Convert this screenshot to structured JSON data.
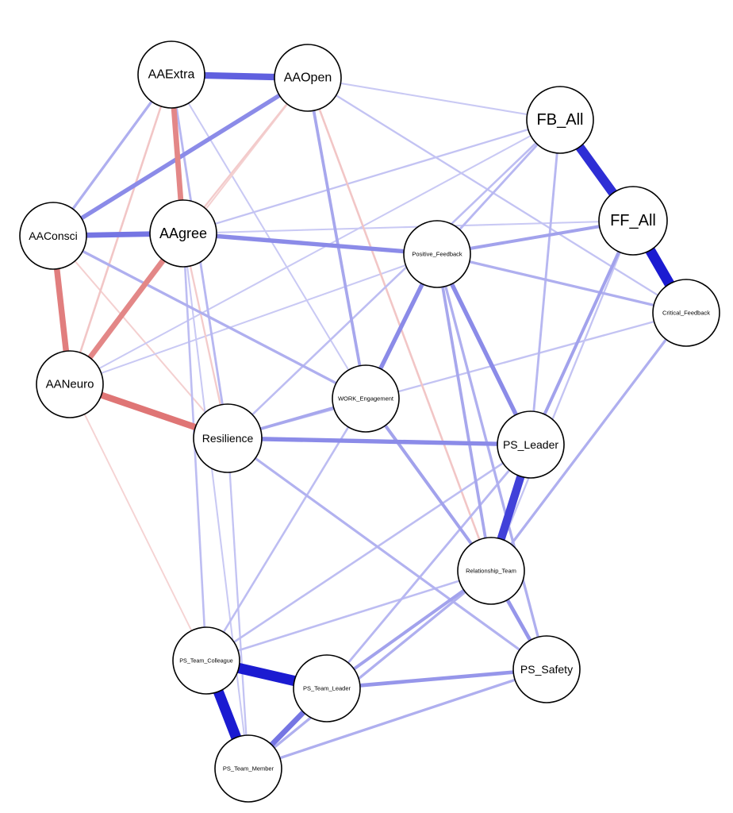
{
  "colors": {
    "positive": "#0000CC",
    "negative": "#CC2222",
    "node_fill": "#FFFFFF",
    "node_stroke": "#000000",
    "background": "#FFFFFF"
  },
  "network": {
    "nodes": [
      {
        "id": "AAExtra",
        "label": "AAExtra"
      },
      {
        "id": "AAOpen",
        "label": "AAOpen"
      },
      {
        "id": "AAConsci",
        "label": "AAConsci"
      },
      {
        "id": "AAgree",
        "label": "AAgree"
      },
      {
        "id": "AANeuro",
        "label": "AANeuro"
      },
      {
        "id": "Resilience",
        "label": "Resilience"
      },
      {
        "id": "WORK_Engagement",
        "label": "WORK_Engagement"
      },
      {
        "id": "Positive_Feedback",
        "label": "Positive_Feedback"
      },
      {
        "id": "FB_All",
        "label": "FB_All"
      },
      {
        "id": "FF_All",
        "label": "FF_All"
      },
      {
        "id": "Critical_Feedback",
        "label": "Critical_Feedback"
      },
      {
        "id": "PS_Leader",
        "label": "PS_Leader"
      },
      {
        "id": "Relationship_Team",
        "label": "Relationship_Team"
      },
      {
        "id": "PS_Safety",
        "label": "PS_Safety"
      },
      {
        "id": "PS_Team_Colleague",
        "label": "PS_Team_Colleague"
      },
      {
        "id": "PS_Team_Leader",
        "label": "PS_Team_Leader"
      },
      {
        "id": "PS_Team_Member",
        "label": "PS_Team_Member"
      }
    ],
    "edges": [
      {
        "from": "AAExtra",
        "to": "AAOpen",
        "sign": "positive",
        "weight": 0.5
      },
      {
        "from": "AAExtra",
        "to": "AAgree",
        "sign": "negative",
        "weight": 0.4
      },
      {
        "from": "AAExtra",
        "to": "AAConsci",
        "sign": "positive",
        "weight": 0.15
      },
      {
        "from": "AAExtra",
        "to": "AANeuro",
        "sign": "negative",
        "weight": 0.1
      },
      {
        "from": "AAExtra",
        "to": "Resilience",
        "sign": "positive",
        "weight": 0.12
      },
      {
        "from": "AAExtra",
        "to": "WORK_Engagement",
        "sign": "positive",
        "weight": 0.06
      },
      {
        "from": "AAOpen",
        "to": "AAConsci",
        "sign": "positive",
        "weight": 0.3
      },
      {
        "from": "AAOpen",
        "to": "AAgree",
        "sign": "negative",
        "weight": 0.08
      },
      {
        "from": "AAOpen",
        "to": "WORK_Engagement",
        "sign": "positive",
        "weight": 0.18
      },
      {
        "from": "AAOpen",
        "to": "Relationship_Team",
        "sign": "negative",
        "weight": 0.1
      },
      {
        "from": "AAOpen",
        "to": "FB_All",
        "sign": "positive",
        "weight": 0.06
      },
      {
        "from": "AAOpen",
        "to": "Critical_Feedback",
        "sign": "positive",
        "weight": 0.08
      },
      {
        "from": "AAOpen",
        "to": "AANeuro",
        "sign": "negative",
        "weight": 0.06
      },
      {
        "from": "AAConsci",
        "to": "AAgree",
        "sign": "positive",
        "weight": 0.4
      },
      {
        "from": "AAConsci",
        "to": "AANeuro",
        "sign": "negative",
        "weight": 0.45
      },
      {
        "from": "AAConsci",
        "to": "WORK_Engagement",
        "sign": "positive",
        "weight": 0.15
      },
      {
        "from": "AAConsci",
        "to": "Resilience",
        "sign": "negative",
        "weight": 0.06
      },
      {
        "from": "AAgree",
        "to": "Positive_Feedback",
        "sign": "positive",
        "weight": 0.3
      },
      {
        "from": "AAgree",
        "to": "AANeuro",
        "sign": "negative",
        "weight": 0.4
      },
      {
        "from": "AAgree",
        "to": "Resilience",
        "sign": "negative",
        "weight": 0.08
      },
      {
        "from": "AAgree",
        "to": "PS_Team_Colleague",
        "sign": "positive",
        "weight": 0.1
      },
      {
        "from": "AAgree",
        "to": "PS_Team_Member",
        "sign": "positive",
        "weight": 0.06
      },
      {
        "from": "AAgree",
        "to": "FB_All",
        "sign": "positive",
        "weight": 0.08
      },
      {
        "from": "AANeuro",
        "to": "Resilience",
        "sign": "negative",
        "weight": 0.5
      },
      {
        "from": "AANeuro",
        "to": "PS_Team_Colleague",
        "sign": "negative",
        "weight": 0.05
      },
      {
        "from": "AANeuro",
        "to": "Positive_Feedback",
        "sign": "positive",
        "weight": 0.06
      },
      {
        "from": "AANeuro",
        "to": "FB_All",
        "sign": "positive",
        "weight": 0.06
      },
      {
        "from": "Resilience",
        "to": "PS_Leader",
        "sign": "positive",
        "weight": 0.3
      },
      {
        "from": "Resilience",
        "to": "WORK_Engagement",
        "sign": "positive",
        "weight": 0.18
      },
      {
        "from": "Resilience",
        "to": "PS_Safety",
        "sign": "positive",
        "weight": 0.14
      },
      {
        "from": "Resilience",
        "to": "PS_Team_Member",
        "sign": "positive",
        "weight": 0.08
      },
      {
        "from": "Resilience",
        "to": "Critical_Feedback",
        "sign": "positive",
        "weight": 0.08
      },
      {
        "from": "WORK_Engagement",
        "to": "Positive_Feedback",
        "sign": "positive",
        "weight": 0.3
      },
      {
        "from": "WORK_Engagement",
        "to": "Relationship_Team",
        "sign": "positive",
        "weight": 0.2
      },
      {
        "from": "WORK_Engagement",
        "to": "PS_Team_Colleague",
        "sign": "positive",
        "weight": 0.1
      },
      {
        "from": "Positive_Feedback",
        "to": "PS_Leader",
        "sign": "positive",
        "weight": 0.3
      },
      {
        "from": "Positive_Feedback",
        "to": "Relationship_Team",
        "sign": "positive",
        "weight": 0.18
      },
      {
        "from": "Positive_Feedback",
        "to": "FF_All",
        "sign": "positive",
        "weight": 0.2
      },
      {
        "from": "Positive_Feedback",
        "to": "FB_All",
        "sign": "positive",
        "weight": 0.12
      },
      {
        "from": "Positive_Feedback",
        "to": "Critical_Feedback",
        "sign": "positive",
        "weight": 0.15
      },
      {
        "from": "Positive_Feedback",
        "to": "PS_Safety",
        "sign": "positive",
        "weight": 0.15
      },
      {
        "from": "FB_All",
        "to": "FF_All",
        "sign": "positive",
        "weight": 0.75
      },
      {
        "from": "FB_All",
        "to": "PS_Leader",
        "sign": "positive",
        "weight": 0.12
      },
      {
        "from": "FB_All",
        "to": "Resilience",
        "sign": "positive",
        "weight": 0.1
      },
      {
        "from": "FF_All",
        "to": "Critical_Feedback",
        "sign": "positive",
        "weight": 0.85
      },
      {
        "from": "FF_All",
        "to": "PS_Leader",
        "sign": "positive",
        "weight": 0.2
      },
      {
        "from": "FF_All",
        "to": "AAgree",
        "sign": "positive",
        "weight": 0.06
      },
      {
        "from": "FF_All",
        "to": "Relationship_Team",
        "sign": "positive",
        "weight": 0.08
      },
      {
        "from": "Critical_Feedback",
        "to": "Relationship_Team",
        "sign": "positive",
        "weight": 0.15
      },
      {
        "from": "PS_Leader",
        "to": "Relationship_Team",
        "sign": "positive",
        "weight": 0.65
      },
      {
        "from": "PS_Leader",
        "to": "PS_Team_Leader",
        "sign": "positive",
        "weight": 0.12
      },
      {
        "from": "PS_Leader",
        "to": "PS_Team_Colleague",
        "sign": "positive",
        "weight": 0.1
      },
      {
        "from": "Relationship_Team",
        "to": "PS_Safety",
        "sign": "positive",
        "weight": 0.25
      },
      {
        "from": "Relationship_Team",
        "to": "PS_Team_Leader",
        "sign": "positive",
        "weight": 0.2
      },
      {
        "from": "Relationship_Team",
        "to": "PS_Team_Member",
        "sign": "positive",
        "weight": 0.15
      },
      {
        "from": "Relationship_Team",
        "to": "PS_Team_Colleague",
        "sign": "positive",
        "weight": 0.1
      },
      {
        "from": "PS_Safety",
        "to": "PS_Team_Leader",
        "sign": "positive",
        "weight": 0.25
      },
      {
        "from": "PS_Safety",
        "to": "PS_Team_Member",
        "sign": "positive",
        "weight": 0.15
      },
      {
        "from": "PS_Team_Colleague",
        "to": "PS_Team_Leader",
        "sign": "positive",
        "weight": 0.85
      },
      {
        "from": "PS_Team_Colleague",
        "to": "PS_Team_Member",
        "sign": "positive",
        "weight": 0.85
      },
      {
        "from": "PS_Team_Leader",
        "to": "PS_Team_Member",
        "sign": "positive",
        "weight": 0.4
      }
    ]
  }
}
